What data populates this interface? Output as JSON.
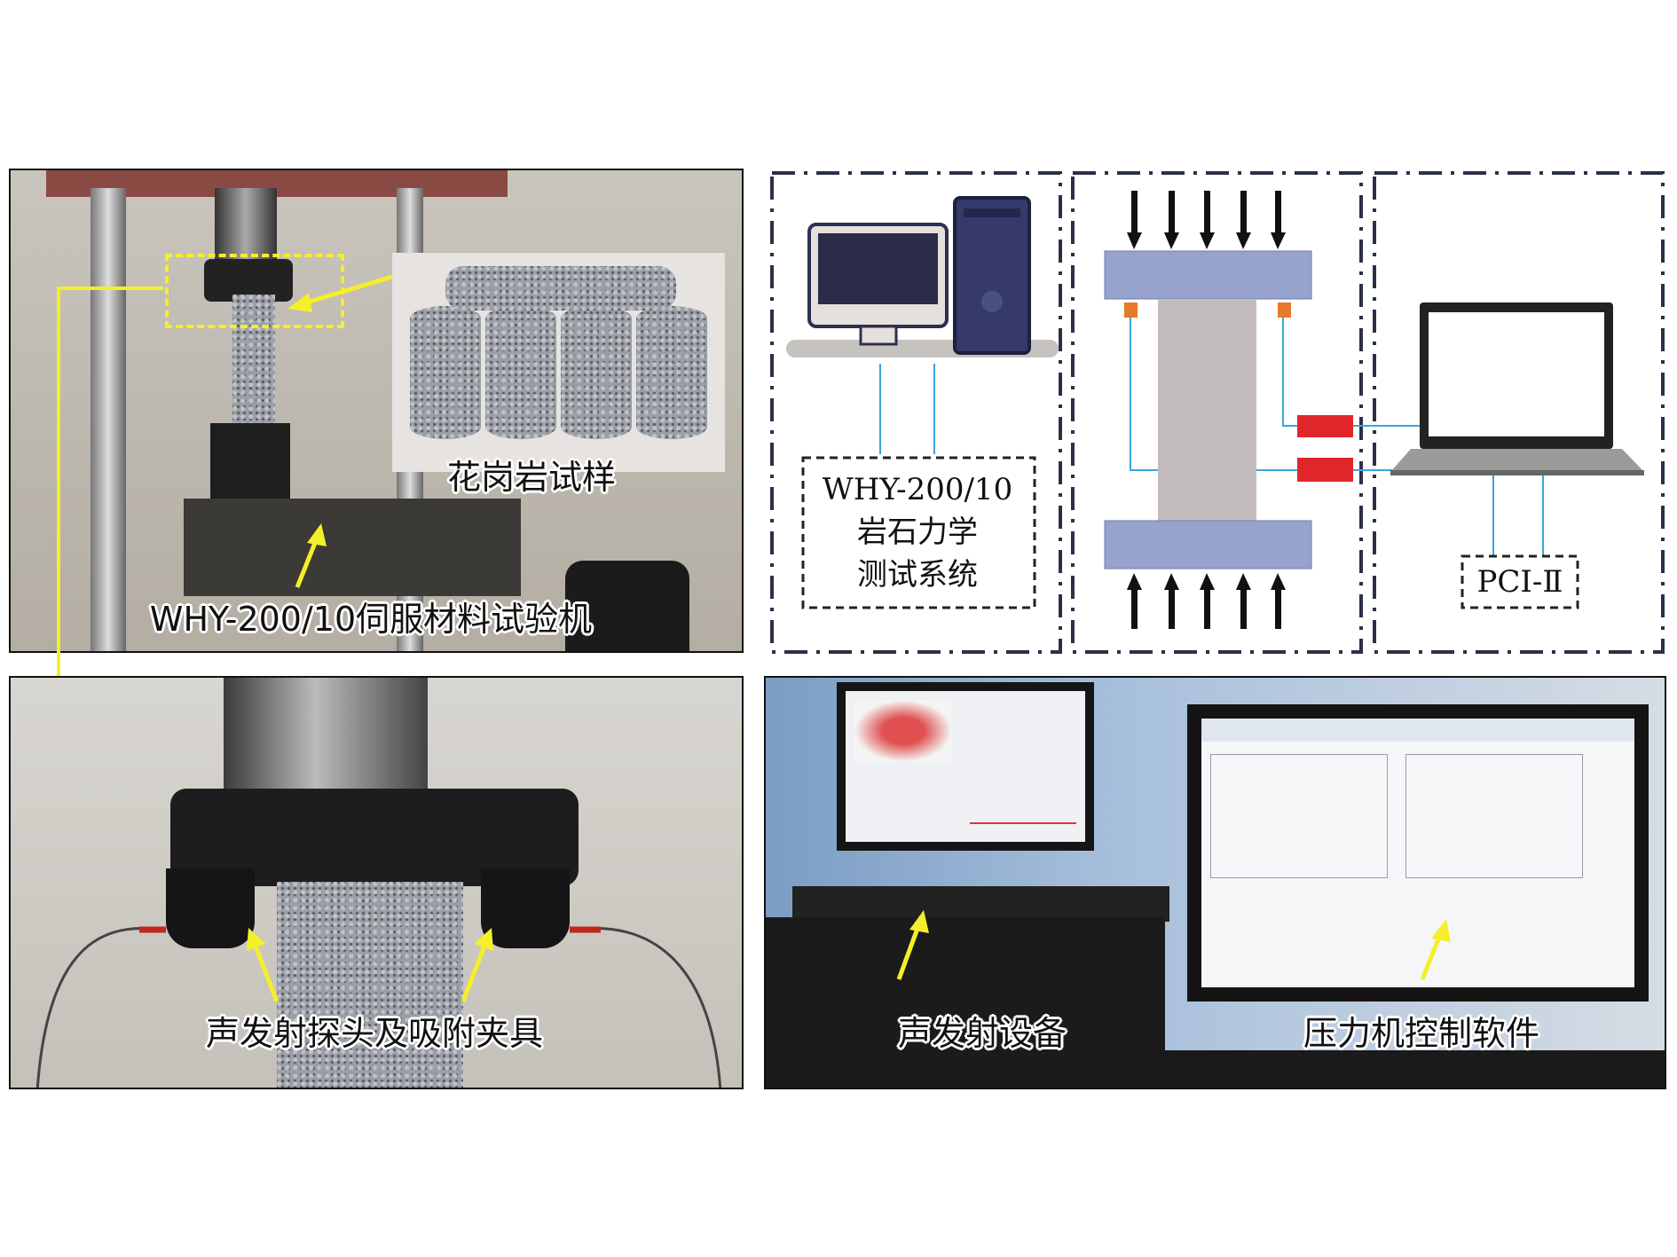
{
  "panels": {
    "testing_machine": {
      "specimen_label": "花岗岩试样",
      "machine_label": "WHY-200/10伺服材料试验机"
    },
    "schematic": {
      "system_label_line1": "WHY-200/10",
      "system_label_line2": "岩石力学",
      "system_label_line3": "测试系统",
      "ae_system_label": "PCI-Ⅱ"
    },
    "probe_closeup": {
      "probe_label": "声发射探头及吸附夹具"
    },
    "equipment": {
      "ae_device_label": "声发射设备",
      "software_label": "压力机控制软件"
    }
  },
  "colors": {
    "annotation": "#f5ee2a",
    "plate": "#97a3cc",
    "specimen": "#c2bdbc",
    "sensor": "#e8782a",
    "preamp": "#e0262a",
    "wire": "#3aa6d8"
  }
}
